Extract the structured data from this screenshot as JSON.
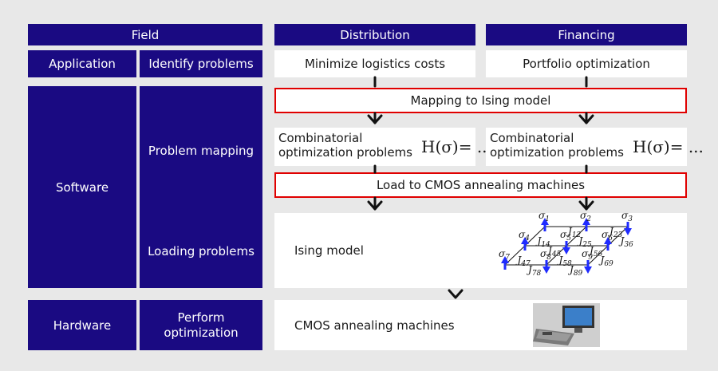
{
  "header": {
    "field": "Field",
    "distribution": "Distribution",
    "financing": "Financing"
  },
  "application": {
    "label": "Application",
    "step": "Identify problems",
    "distribution": "Minimize logistics costs",
    "financing": "Portfolio optimization"
  },
  "software": {
    "label": "Software",
    "problem_mapping": "Problem mapping",
    "loading_problems": "Loading problems",
    "mapping_box": "Mapping to Ising model",
    "co_line1": "Combinatorial",
    "co_line2": "optimization problems",
    "hamiltonian": "H(σ)= ...",
    "load_box": "Load to CMOS annealing machines",
    "ising_model": "Ising model"
  },
  "ising_diagram": {
    "spins": [
      "σ1",
      "σ2",
      "σ3",
      "σ4",
      "σ5",
      "σ6",
      "σ7",
      "σ8",
      "σ9"
    ],
    "couplings": [
      "J12",
      "J23",
      "J14",
      "J25",
      "J36",
      "J45",
      "J56",
      "J47",
      "J58",
      "J69",
      "J78",
      "J89"
    ]
  },
  "hardware": {
    "label": "Hardware",
    "step_line1": "Perform",
    "step_line2": "optimization",
    "machine": "CMOS annealing machines"
  },
  "colors": {
    "navy": "#1a0a82",
    "red": "#e00000",
    "spin": "#1f2bff"
  }
}
